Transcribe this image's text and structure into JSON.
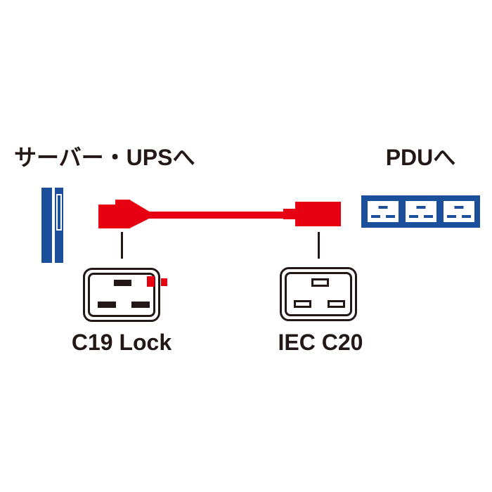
{
  "colors": {
    "red": "#e60012",
    "blue": "#1b4e9b",
    "ink": "#231815"
  },
  "labels": {
    "left_destination": "サーバー・UPSへ",
    "right_destination": "PDUへ",
    "left_connector_caption": "C19 Lock",
    "right_connector_caption": "IEC C20"
  },
  "pdu": {
    "outlet_count": 3
  },
  "diagram": {
    "cable_color": "red",
    "left_plug_type": "C19 Lock",
    "right_plug_type": "IEC C20"
  }
}
